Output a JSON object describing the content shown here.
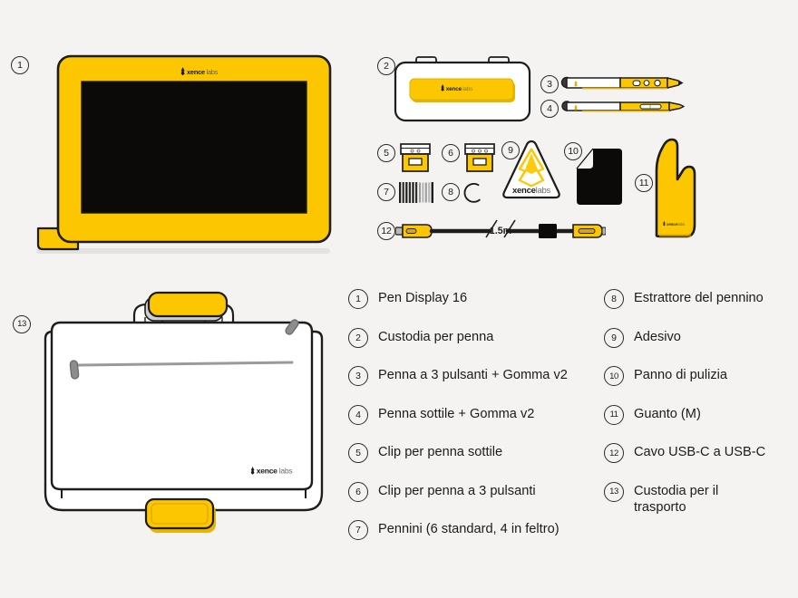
{
  "meta": {
    "background_color": "#f4f3f2",
    "accent_yellow": "#fdc700",
    "outline_color": "#1d1d1b",
    "brand_bold": "xence",
    "brand_light": "labs"
  },
  "legend": {
    "left_column": [
      {
        "number": "1",
        "label": "Pen Display 16"
      },
      {
        "number": "2",
        "label": "Custodia per penna"
      },
      {
        "number": "3",
        "label": "Penna a 3 pulsanti + Gomma v2"
      },
      {
        "number": "4",
        "label": "Penna sottile + Gomma v2"
      },
      {
        "number": "5",
        "label": "Clip per penna sottile"
      },
      {
        "number": "6",
        "label": "Clip per penna a 3 pulsanti"
      },
      {
        "number": "7",
        "label": "Pennini (6 standard, 4 in feltro)"
      }
    ],
    "right_column": [
      {
        "number": "8",
        "label": "Estrattore del pennino"
      },
      {
        "number": "9",
        "label": "Adesivo"
      },
      {
        "number": "10",
        "label": "Panno di pulizia"
      },
      {
        "number": "11",
        "label": "Guanto (M)"
      },
      {
        "number": "12",
        "label": "Cavo USB-C a USB-C"
      },
      {
        "number": "13",
        "label": "Custodia per il\ntrasporto"
      }
    ]
  },
  "callouts": {
    "pen_display": "1",
    "pen_case": "2",
    "pen_three_button": "3",
    "pen_thin": "4",
    "clip_thin": "5",
    "clip_three_button": "6",
    "nibs": "7",
    "nib_extractor": "8",
    "sticker": "9",
    "cleaning_cloth": "10",
    "glove": "11",
    "usb_cable": "12",
    "carry_case": "13"
  },
  "artwork": {
    "pen_display": {
      "brand_bold": "xence",
      "brand_light": "labs"
    },
    "pen_case": {
      "brand_bold": "xence",
      "brand_light": "labs"
    },
    "sticker": {
      "brand_bold": "xence",
      "brand_light": "labs"
    },
    "glove": {
      "brand_bold": "xence",
      "brand_light": "labs"
    },
    "carry_case": {
      "brand_bold": "xence",
      "brand_light": "labs"
    },
    "usb_cable": {
      "length_label": "1.5m"
    }
  }
}
